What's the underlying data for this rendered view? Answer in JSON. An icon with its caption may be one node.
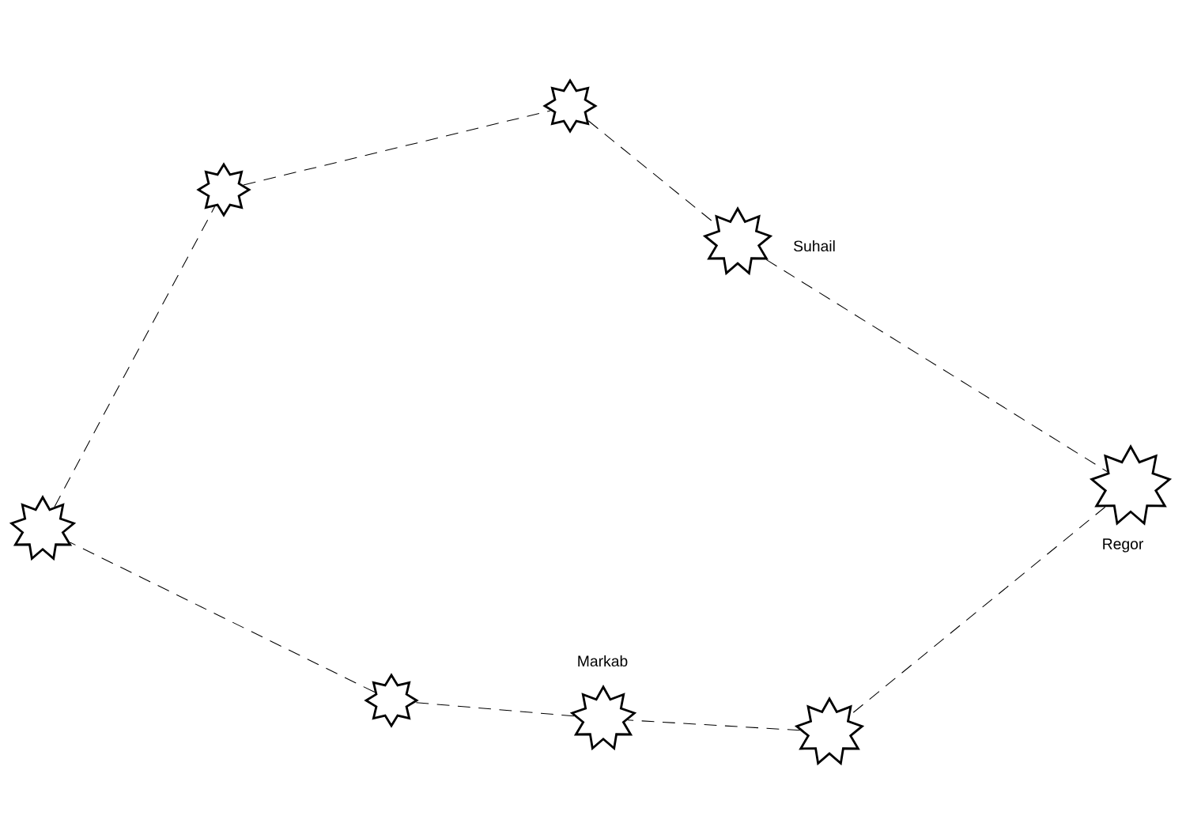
{
  "diagram": {
    "nodes": [
      {
        "text": [],
        "shape": "star"
      },
      {
        "text": [],
        "shape": "star"
      },
      {
        "text": [],
        "shape": "star",
        "beside": [
          "Suhail"
        ]
      },
      {
        "text": [],
        "shape": "star",
        "beside": [
          "Regor"
        ]
      },
      {
        "text": [],
        "shape": "star"
      },
      {
        "text": [],
        "shape": "star",
        "beside": [
          "Markab"
        ]
      },
      {
        "text": [],
        "shape": "star"
      },
      {
        "text": [],
        "shape": "star"
      }
    ],
    "edges": [
      {
        "from": 0,
        "to": 1,
        "arrow": "none",
        "style": "dashed"
      },
      {
        "from": 1,
        "to": 2,
        "arrow": "none",
        "style": "dashed"
      },
      {
        "from": 2,
        "to": 3,
        "arrow": "none",
        "style": "dashed"
      },
      {
        "from": 3,
        "to": 4,
        "arrow": "none",
        "style": "dashed"
      },
      {
        "from": 4,
        "to": 5,
        "arrow": "none",
        "style": "dashed"
      },
      {
        "from": 5,
        "to": 6,
        "arrow": "none",
        "style": "dashed"
      },
      {
        "from": 6,
        "to": 7,
        "arrow": "none",
        "style": "dashed"
      },
      {
        "from": 7,
        "to": 0,
        "arrow": "none",
        "style": "dashed"
      }
    ]
  }
}
